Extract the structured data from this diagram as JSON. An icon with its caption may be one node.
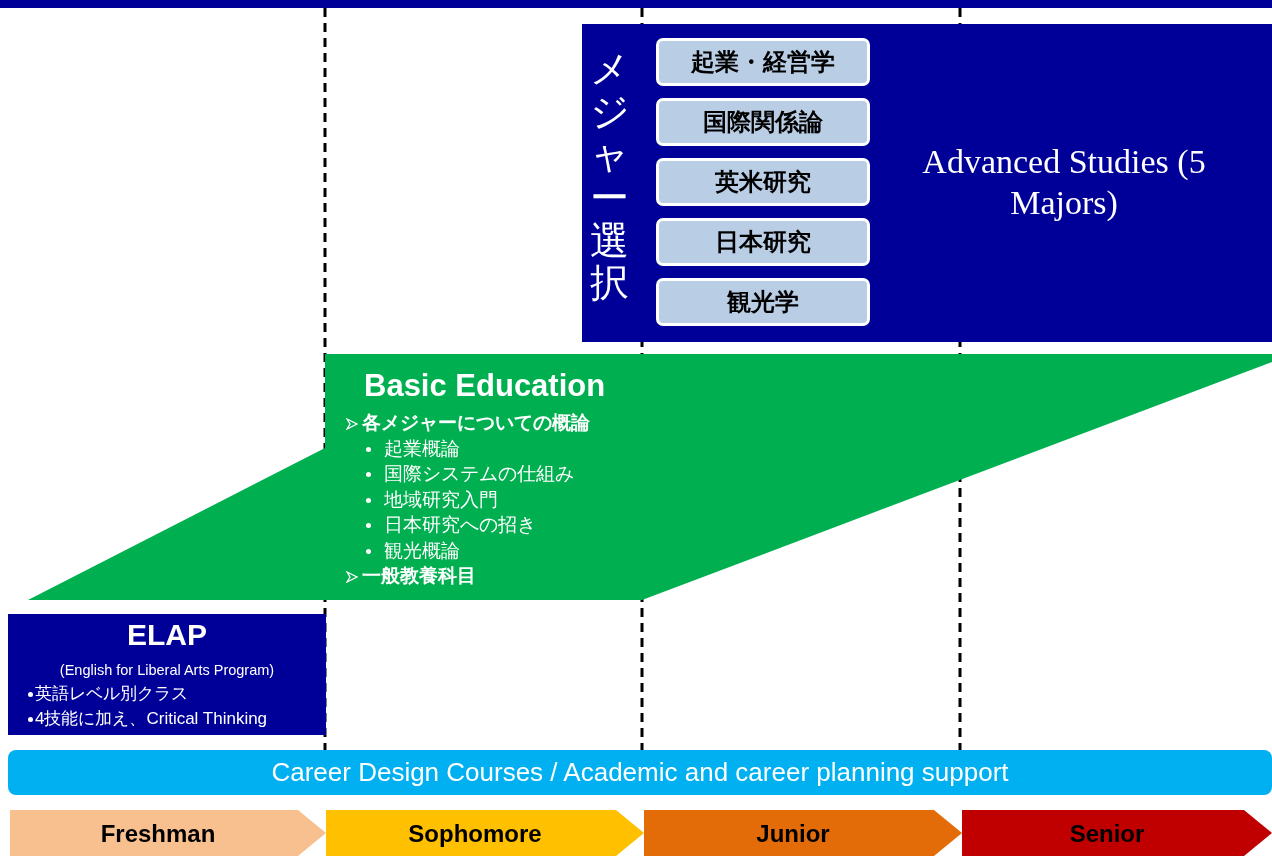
{
  "diagram": {
    "nodes": [
      {
        "text": [
          "メジャー選択",
          "Advanced Studies (5 Majors)"
        ]
      },
      {
        "text": [
          "起業・経営学"
        ],
        "in": 0
      },
      {
        "text": [
          "国際関係論"
        ],
        "in": 0
      },
      {
        "text": [
          "英米研究"
        ],
        "in": 0
      },
      {
        "text": [
          "日本研究"
        ],
        "in": 0
      },
      {
        "text": [
          "観光学"
        ],
        "in": 0
      },
      {
        "text": [
          "Basic Education",
          "各メジャーについての概論",
          "起業概論",
          "国際システムの仕組み",
          "地域研究入門",
          "日本研究への招き",
          "観光概論",
          "一般教養科目"
        ]
      },
      {
        "text": [
          "ELAP",
          "(English for Liberal Arts Program)",
          "英語レベル別クラス",
          "4技能に加え、Critical Thinking"
        ]
      },
      {
        "text": [
          "Career Design Courses / Academic and career planning support"
        ]
      },
      {
        "text": [
          "Freshman"
        ]
      },
      {
        "text": [
          "Sophomore"
        ]
      },
      {
        "text": [
          "Junior"
        ]
      },
      {
        "text": [
          "Senior"
        ]
      }
    ],
    "edges": []
  }
}
